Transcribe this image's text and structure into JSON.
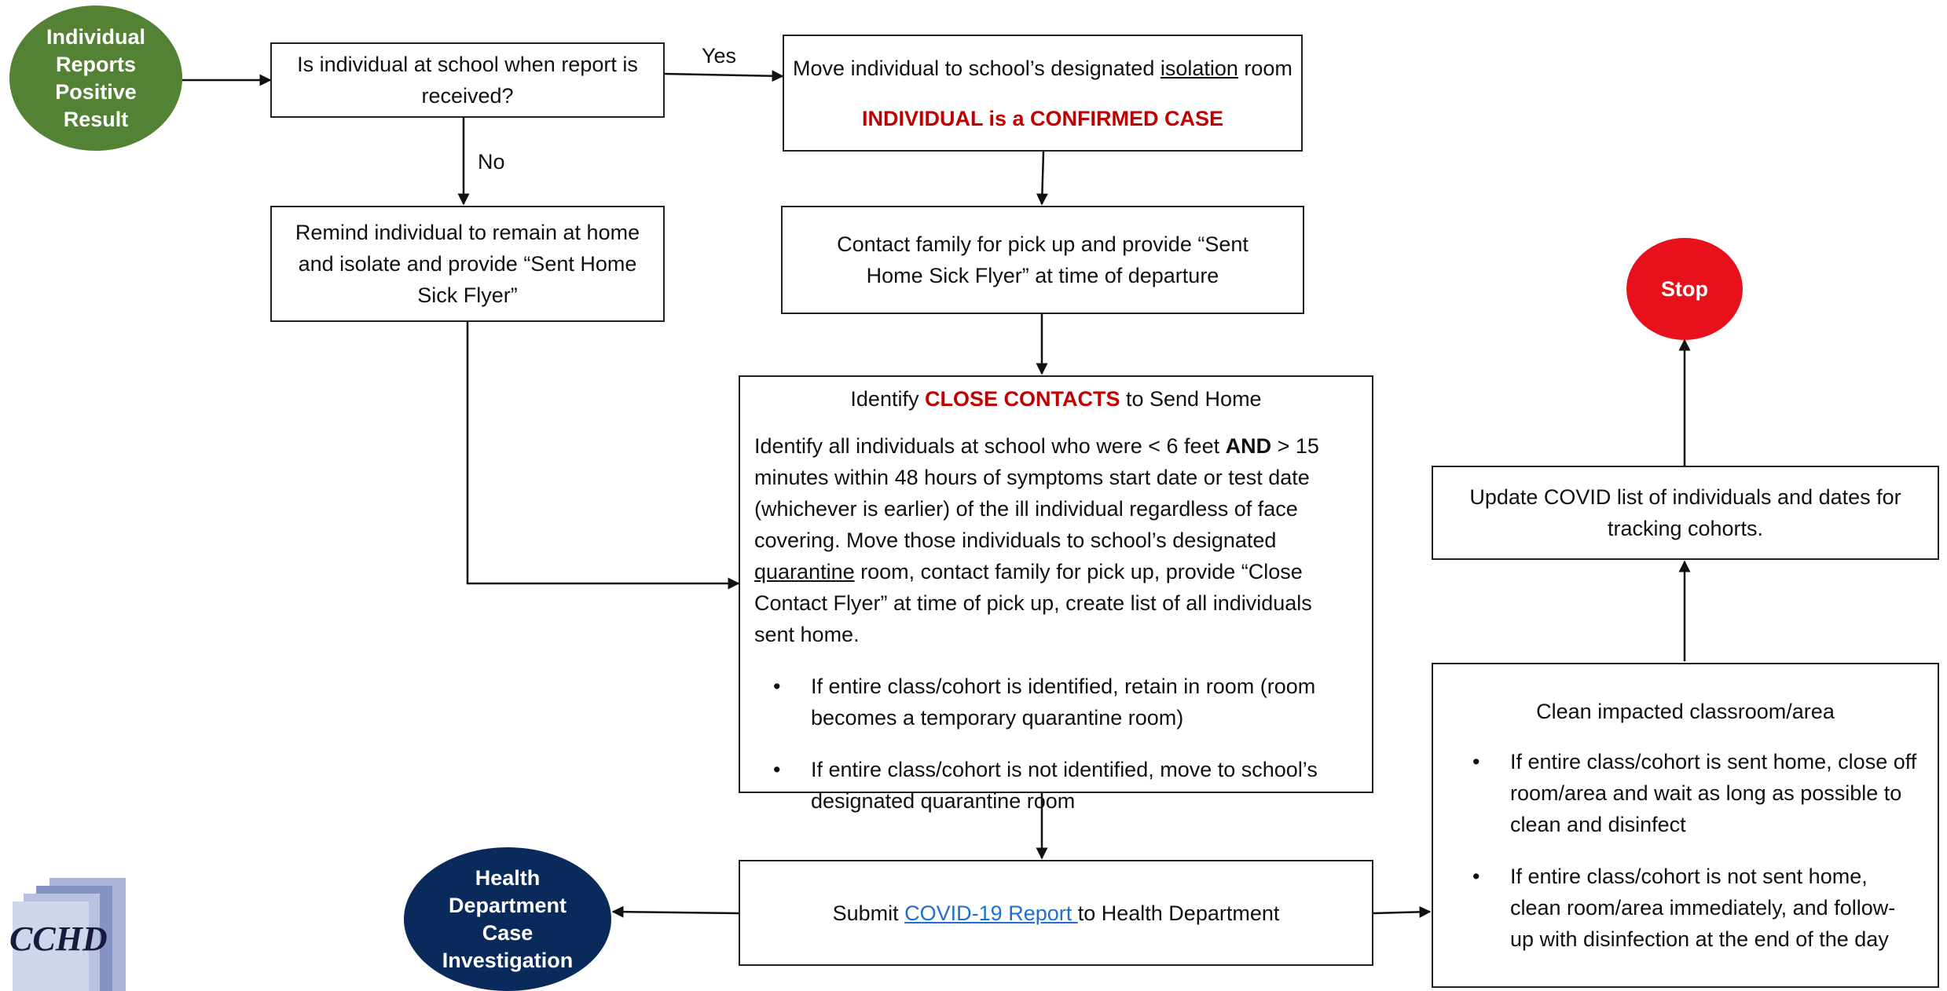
{
  "start": {
    "lines": [
      "Individual",
      "Reports",
      "Positive",
      "Result"
    ],
    "color": "#548235"
  },
  "question": "Is individual at school when report is received?",
  "labels": {
    "yes": "Yes",
    "no": "No"
  },
  "isolation": {
    "pre": "Move individual to school’s designated ",
    "underlined": "isolation",
    "post": " room",
    "confirmed": "INDIVIDUAL is a CONFIRMED CASE"
  },
  "remind": "Remind individual to remain at home and isolate and provide “Sent Home Sick Flyer”",
  "contact_family": "Contact family for pick up and provide “Sent Home Sick Flyer” at time of departure",
  "close_contacts": {
    "title_pre": "Identify ",
    "title_red": "CLOSE CONTACTS",
    "title_post": " to Send Home",
    "p1": "Identify all individuals at school who were < 6 feet ",
    "p1_bold": "AND",
    "p2": " > 15 minutes within 48 hours of symptoms start date or test date (whichever is earlier) of the ill individual regardless of face covering. Move those individuals to school’s designated ",
    "p2_underlined": "quarantine",
    "p3": " room, contact family for pick up, provide “Close Contact Flyer” at time of pick up, create list of all individuals sent home.",
    "bullets": [
      "If entire class/cohort is identified, retain in room (room becomes a temporary quarantine room)",
      "If entire class/cohort is not identified, move to school’s designated quarantine room"
    ]
  },
  "submit": {
    "pre": "Submit ",
    "link": "COVID-19 Report ",
    "post": "to Health Department"
  },
  "health_dept": {
    "lines": [
      "Health",
      "Department",
      "Case",
      "Investigation"
    ],
    "color": "#0b2a5c"
  },
  "clean": {
    "title": "Clean impacted classroom/area",
    "bullets": [
      "If entire class/cohort is sent home, close off room/area and wait as long as possible to clean and disinfect",
      "If entire class/cohort is not sent home, clean room/area immediately, and follow-up with disinfection at the end of the day"
    ]
  },
  "update": "Update COVID list of individuals and dates for tracking cohorts.",
  "stop": {
    "label": "Stop",
    "color": "#e8101a"
  },
  "logo": {
    "text": "CCHD"
  }
}
